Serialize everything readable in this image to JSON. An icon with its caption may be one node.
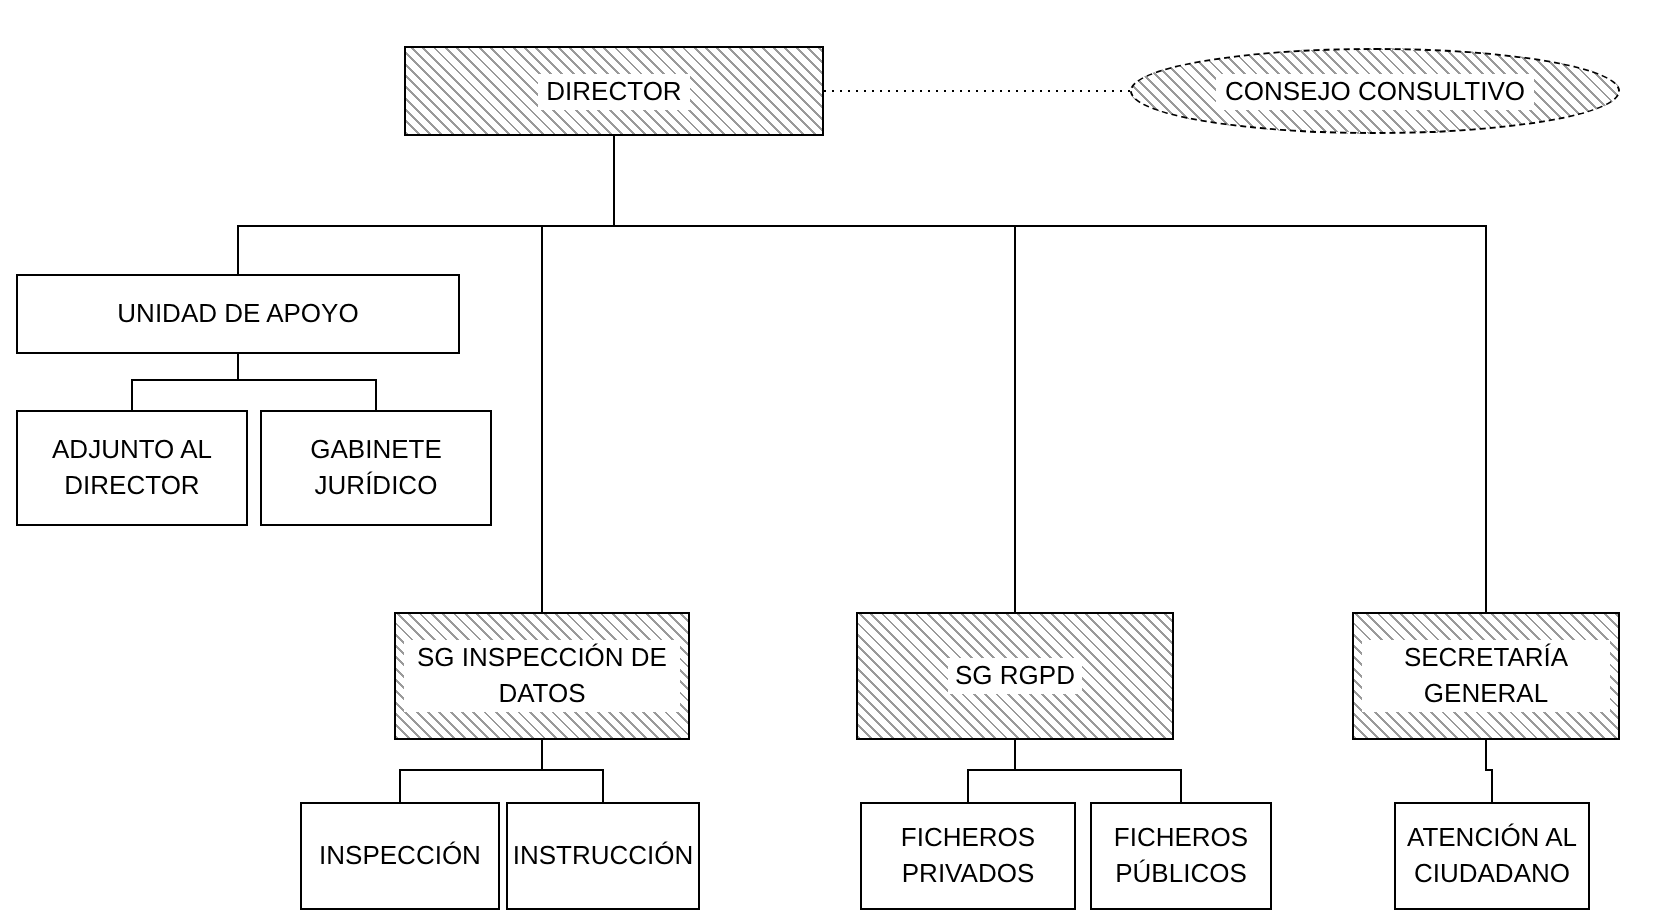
{
  "diagram": {
    "nodes": [
      {
        "text": [
          "DIRECTOR"
        ]
      },
      {
        "text": [
          "CONSEJO CONSULTIVO"
        ]
      },
      {
        "text": [
          "UNIDAD DE APOYO"
        ]
      },
      {
        "text": [
          "ADJUNTO AL DIRECTOR"
        ]
      },
      {
        "text": [
          "GABINETE JURÍDICO"
        ]
      },
      {
        "text": [
          "SG INSPECCIÓN DE DATOS"
        ]
      },
      {
        "text": [
          "SG RGPD"
        ]
      },
      {
        "text": [
          "SECRETARÍA GENERAL"
        ]
      },
      {
        "text": [
          "INSPECCIÓN"
        ]
      },
      {
        "text": [
          "INSTRUCCIÓN"
        ]
      },
      {
        "text": [
          "FICHEROS PRIVADOS"
        ]
      },
      {
        "text": [
          "FICHEROS PÚBLICOS"
        ]
      },
      {
        "text": [
          "ATENCIÓN AL CIUDADANO"
        ]
      }
    ],
    "edges": [
      {
        "from": 0,
        "to": 1,
        "arrow": "none",
        "style": "dashed"
      },
      {
        "from": 0,
        "to": 2,
        "arrow": "none"
      },
      {
        "from": 0,
        "to": 5,
        "arrow": "none"
      },
      {
        "from": 0,
        "to": 6,
        "arrow": "none"
      },
      {
        "from": 0,
        "to": 7,
        "arrow": "none"
      },
      {
        "from": 2,
        "to": 3,
        "arrow": "none"
      },
      {
        "from": 2,
        "to": 4,
        "arrow": "none"
      },
      {
        "from": 5,
        "to": 8,
        "arrow": "none"
      },
      {
        "from": 5,
        "to": 9,
        "arrow": "none"
      },
      {
        "from": 6,
        "to": 10,
        "arrow": "none"
      },
      {
        "from": 6,
        "to": 11,
        "arrow": "none"
      },
      {
        "from": 7,
        "to": 12,
        "arrow": "none"
      }
    ]
  }
}
